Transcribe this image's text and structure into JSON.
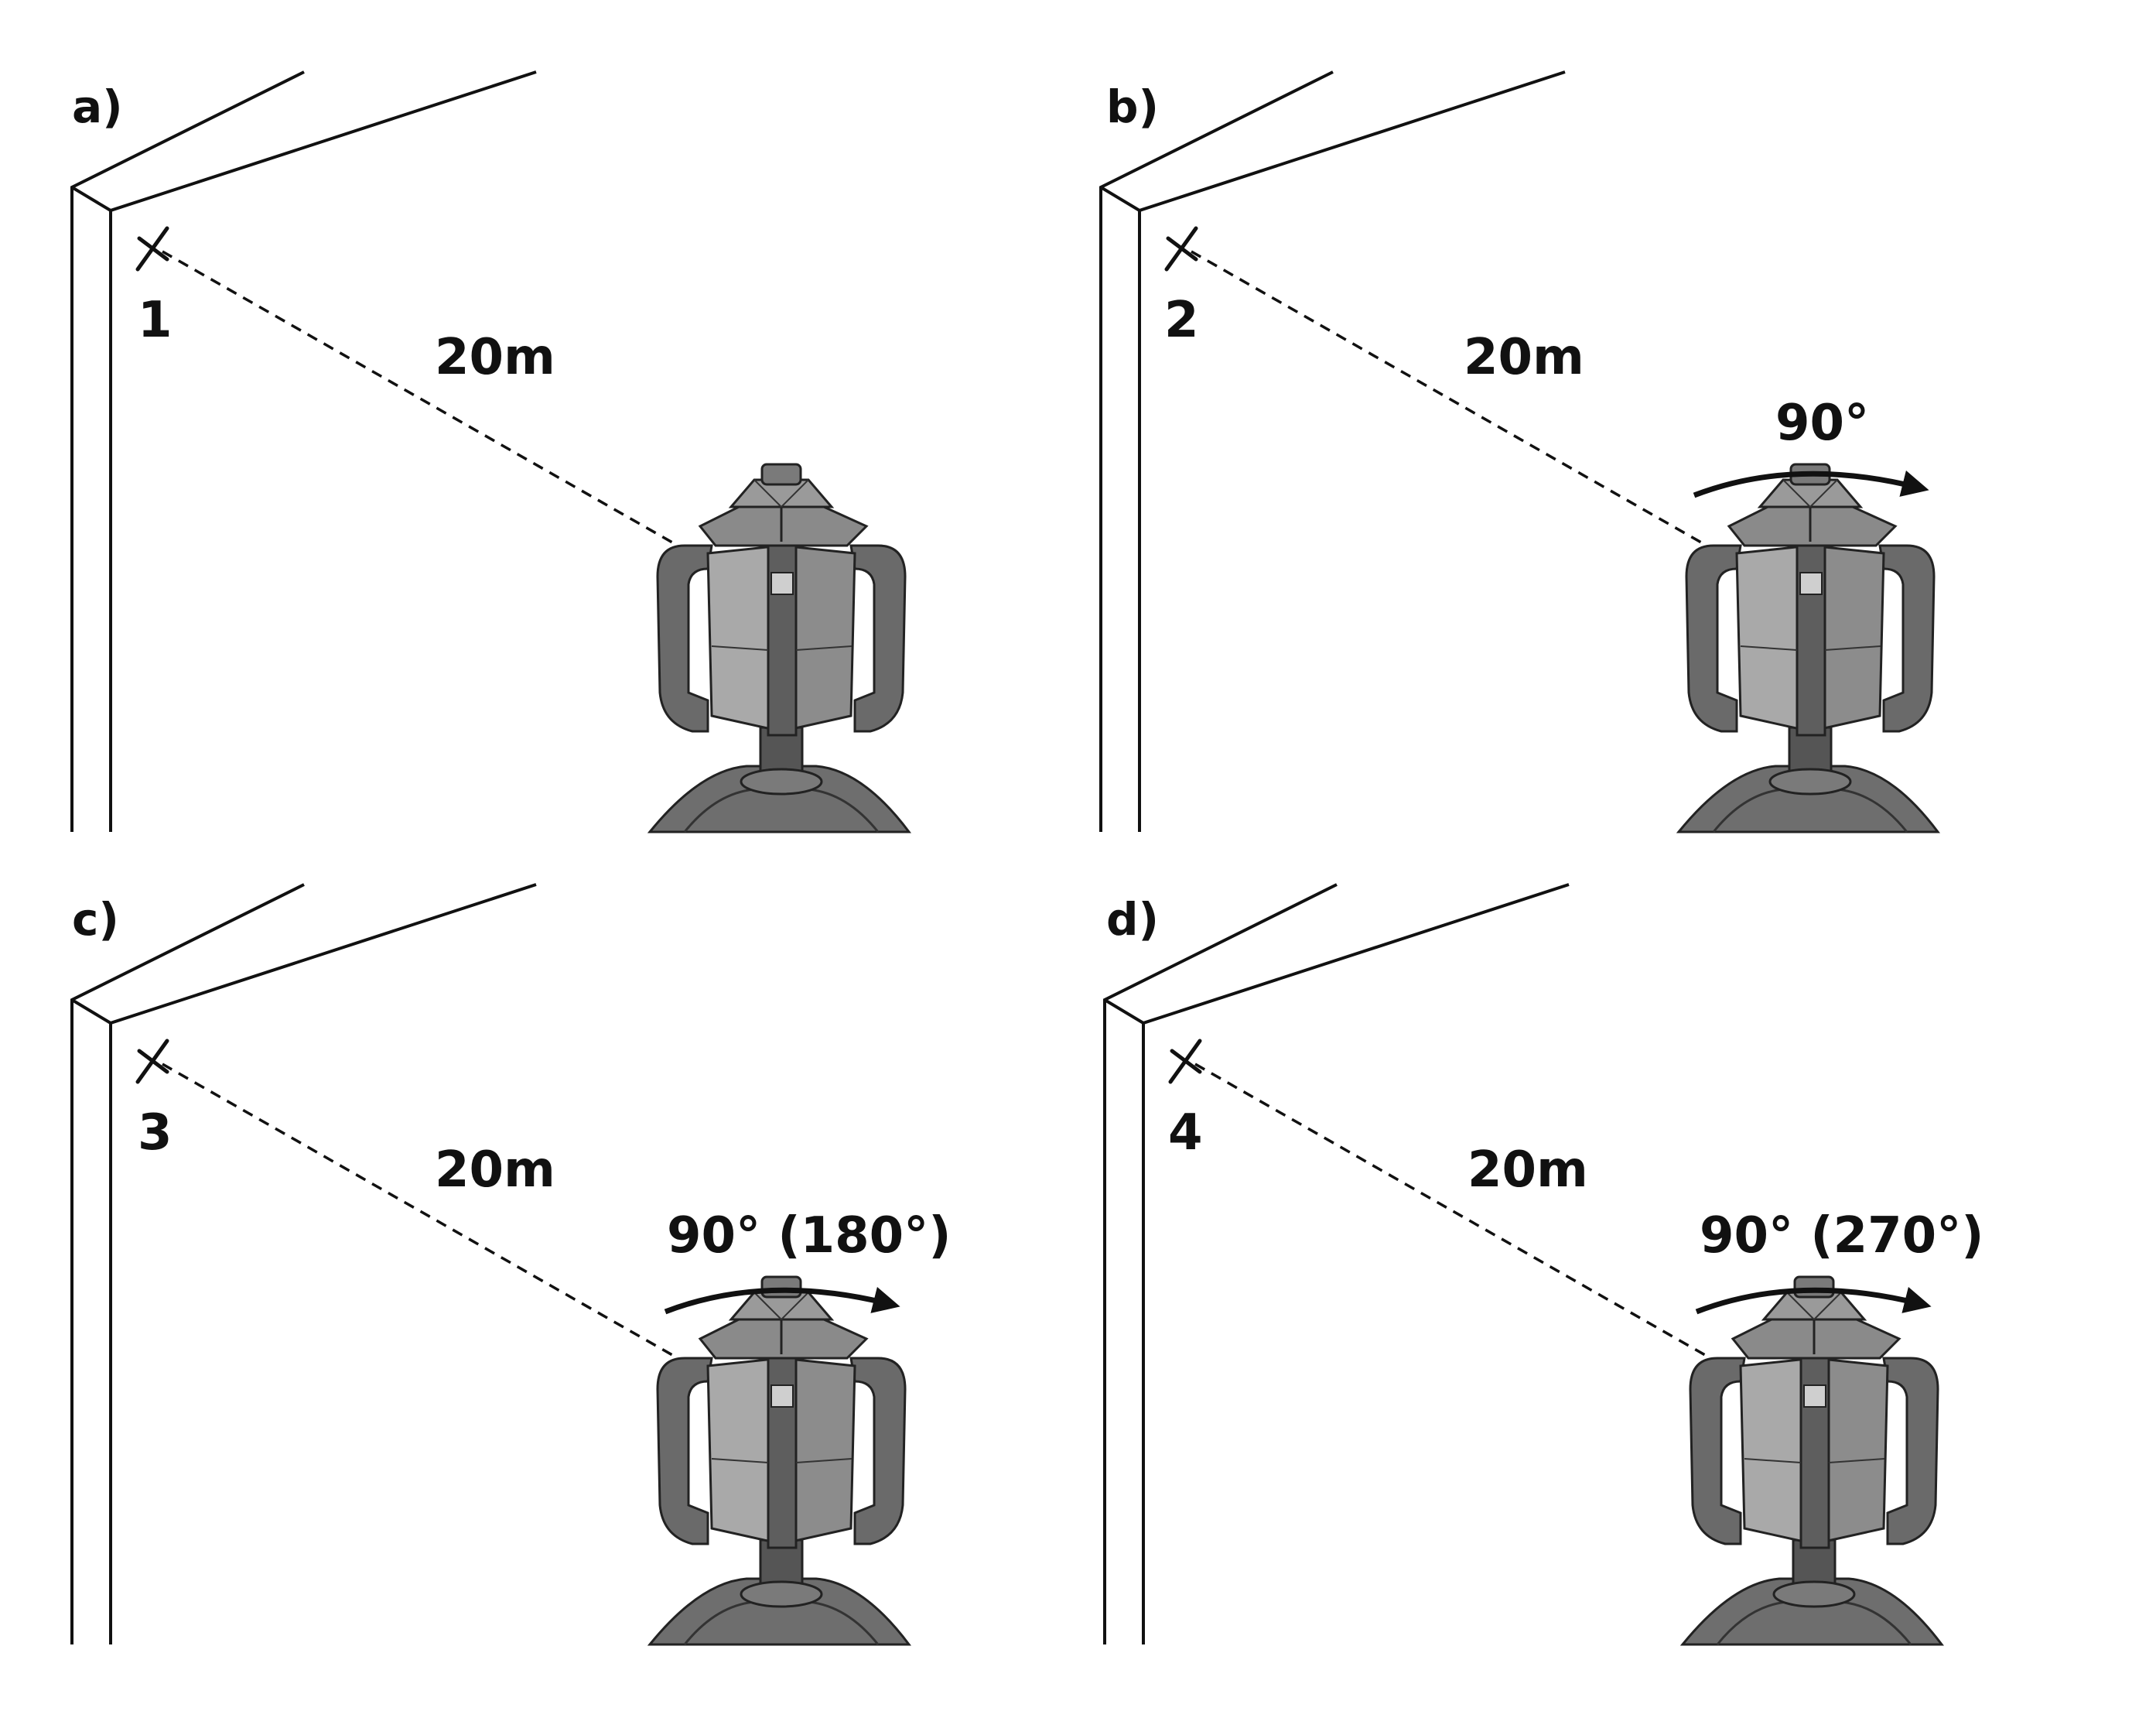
{
  "panels": [
    {
      "letter": "a)",
      "point": "1",
      "distance": "20m",
      "angle": ""
    },
    {
      "letter": "b)",
      "point": "2",
      "distance": "20m",
      "angle": "90°"
    },
    {
      "letter": "c)",
      "point": "3",
      "distance": "20m",
      "angle": "90° (180°)"
    },
    {
      "letter": "d)",
      "point": "4",
      "distance": "20m",
      "angle": "90° (270°)"
    }
  ],
  "colors": {
    "line": "#111111",
    "device_dark": "#555555",
    "device_mid": "#8a8a8a",
    "device_light": "#b5b5b5"
  },
  "icons": {
    "device": "rotary-laser-level-icon",
    "arrow": "rotation-arrow-icon",
    "mark": "cross-mark-icon"
  }
}
